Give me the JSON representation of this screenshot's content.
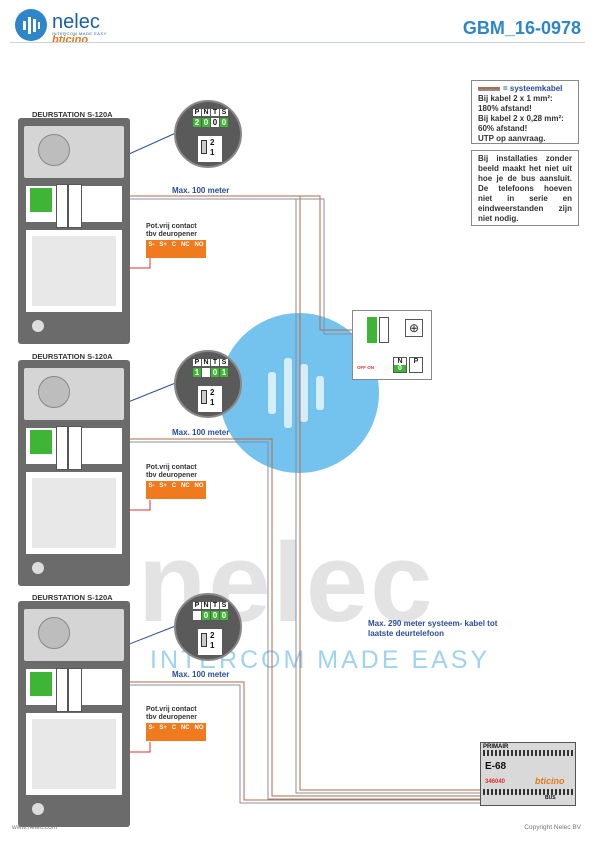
{
  "header": {
    "logo": {
      "name": "nelec",
      "tagline": "INTERCOM MADE EASY",
      "brand": "bticino"
    },
    "doc_code": "GBM_16-0978"
  },
  "legend": {
    "cable_label": "= systeemkabel",
    "cable_lines": [
      "Bij kabel 2 x 1 mm²:",
      "180% afstand!",
      "Bij kabel 2 x 0,28 mm²:",
      "60% afstand!",
      "UTP op aanvraag."
    ],
    "note": "Bij installaties zonder beeld maakt het niet uit hoe je de bus aansluit. De telefoons hoeven niet in serie en eindweerstanden zijn niet nodig."
  },
  "stations": [
    {
      "title": "DEURSTATION S-120A",
      "dip": [
        "2",
        "0",
        "0"
      ],
      "meter": "Max. 100 meter"
    },
    {
      "title": "DEURSTATION S-120A",
      "dip": [
        "1",
        "0",
        "1"
      ],
      "meter": "Max. 100 meter"
    },
    {
      "title": "DEURSTATION S-120A",
      "dip": [
        "0",
        "0",
        "0"
      ],
      "meter": "Max. 100 meter"
    }
  ],
  "dip_headers": [
    "P",
    "N",
    "T",
    "S"
  ],
  "dip_switch": [
    "2",
    "1"
  ],
  "contact": {
    "label_1": "Pot.vrij contact",
    "label_2": "tbv deuropener",
    "terminals": [
      "S-",
      "S+",
      "C",
      "NC",
      "NO"
    ]
  },
  "phone": {
    "off_on": "OFF ON",
    "headers": [
      "N",
      "P"
    ],
    "value": "0"
  },
  "bus_note": "Max. 290 meter systeem- kabel tot laatste deurtelefoon",
  "psu": {
    "primair": "PRIMAIR",
    "model": "E-68",
    "code": "346040",
    "brand": "bticino",
    "bus": "BUS"
  },
  "watermark": {
    "word": "nelec",
    "tagline": "INTERCOM MADE EASY"
  },
  "footer": {
    "left": "www.nelec.com",
    "right": "Copyright Nelec BV"
  },
  "colors": {
    "wire_brown": "#b36b3f",
    "wire_gray": "#8a8ea0",
    "wire_red": "#e0322e",
    "terminal_green": "#3fb536",
    "terminal_orange": "#f07a1e",
    "accent_blue": "#2e86c8"
  }
}
